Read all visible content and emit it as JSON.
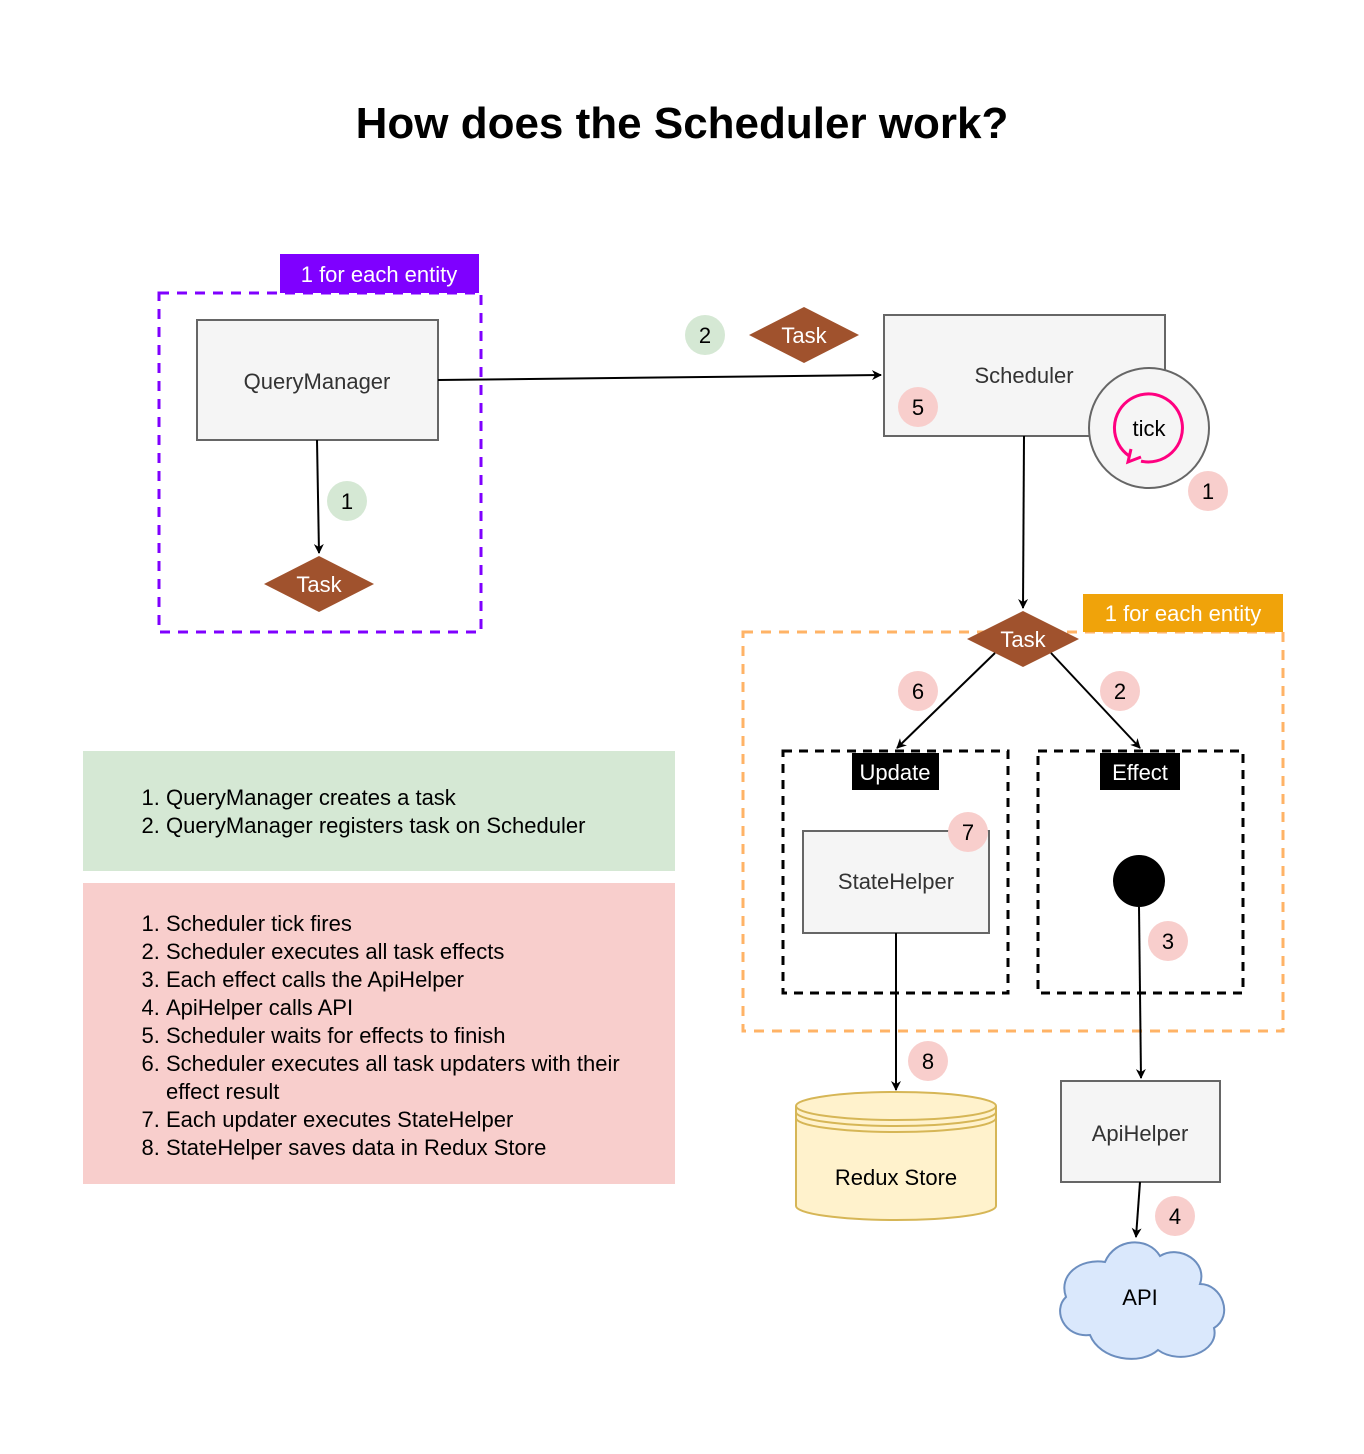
{
  "title": "How does the Scheduler work?",
  "groups": {
    "query_group_label": "1 for each entity",
    "task_group_label": "1 for each entity"
  },
  "nodes": {
    "query_manager": "QueryManager",
    "scheduler": "Scheduler",
    "tick": "tick",
    "task_qm": "Task",
    "task_flow": "Task",
    "task_sched": "Task",
    "update": "Update",
    "effect": "Effect",
    "state_helper": "StateHelper",
    "redux_store": "Redux Store",
    "api_helper": "ApiHelper",
    "api": "API"
  },
  "badges": {
    "green_1": "1",
    "green_2": "2",
    "red_1": "1",
    "red_2": "2",
    "red_3": "3",
    "red_4": "4",
    "red_5": "5",
    "red_6": "6",
    "red_7": "7",
    "red_8": "8"
  },
  "legend_green": [
    "QueryManager creates a task",
    "QueryManager registers task on Scheduler"
  ],
  "legend_red": [
    "Scheduler tick fires",
    "Scheduler executes all task effects",
    "Each effect calls the ApiHelper",
    "ApiHelper calls API",
    "Scheduler waits for effects to finish",
    "Scheduler executes all task updaters with their effect result",
    "Each updater executes StateHelper",
    "StateHelper saves data in Redux Store"
  ],
  "colors": {
    "purple": "#7f00ff",
    "orange_border": "#ffb366",
    "orange_label": "#f0a30a",
    "task_brown": "#a0522d",
    "box_fill": "#f5f5f5",
    "box_stroke": "#666666",
    "green_badge": "#d5e8d4",
    "red_badge": "#f8cecc",
    "tick_pink": "#ff0080",
    "store_fill": "#fff2cc",
    "store_stroke": "#d6b656",
    "cloud_fill": "#dae8fc",
    "cloud_stroke": "#6c8ebf"
  }
}
